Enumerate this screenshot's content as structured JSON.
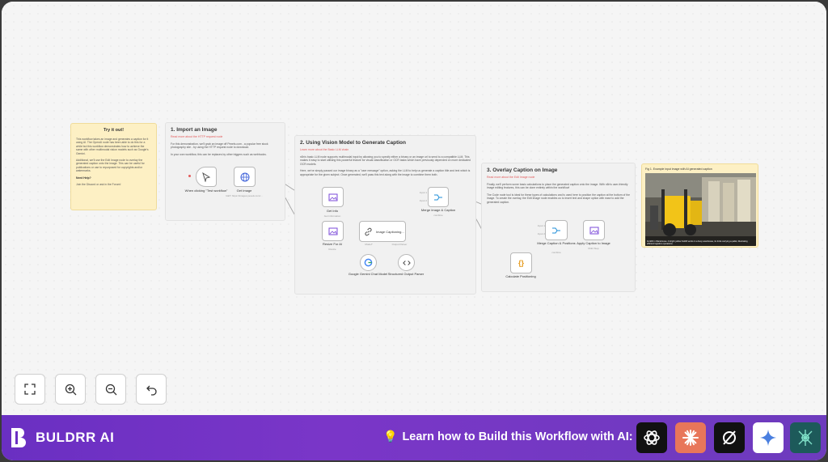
{
  "brand": {
    "name": "BULDRR AI"
  },
  "footer": {
    "learn_text": "Learn how to Build this Workflow with AI:",
    "bulb_icon": "💡"
  },
  "ai_tools": [
    {
      "name": "chatgpt-icon",
      "bg": "#111111"
    },
    {
      "name": "claude-icon",
      "bg": "#e8765a"
    },
    {
      "name": "perplexity-icon",
      "bg": "#111111"
    },
    {
      "name": "gemini-icon",
      "bg": "#ffffff"
    },
    {
      "name": "deepseek-icon",
      "bg": "#1d5a5a"
    }
  ],
  "notes": {
    "try": {
      "title": "Try it out!",
      "p1": "This workflow takes an image and generates a caption for it using AI. The OpenAI node has been able to do this for a while but this workflow demonstrates how to achieve the same with other multimodal vision models such as Google's Gemini.",
      "p2": "Additional, we'll use the Edit Image node to overlay the generated caption onto the image. This can be useful for publications or use to repurposed for copyrights and/or watermarks.",
      "p3": "Need Help?",
      "p4": "Join the Discord or ask in the Forum!"
    },
    "import": {
      "title": "1. Import an Image",
      "link": "Read more about the HTTP request node",
      "p1": "For this demonstration, we'll grab an image off Pexels.com - a popular free stock photography site - by using the HTTP request node to download.",
      "p2": "In your own workflow, this can be replaces by other triggers such as webhooks."
    },
    "vision": {
      "title": "2. Using Vision Model to Generate Caption",
      "link": "Learn more about the Basic LLM chain",
      "p1": "n8n's basic LLM node supports multimodal input by allowing you to specify either a binary or an image url to send to a compatible LLM. This makes it easy to start utilising this powerful feature for visual classification or OCR tasks which have previously depended on more dedicated OCR models.",
      "p2": "Here, we've simply passed our image binary as a \"user message\" option, asking the LLM to help us generate a caption title and text which is appropriate for the given subject. Once generated, we'll pass this text along with the image to combine them both."
    },
    "overlay": {
      "title": "3. Overlay Caption on Image",
      "link": "Read more about the Edit Image node",
      "p1": "Finally, we'll perform some basic calculations to place the generated caption onto the image. With n8n's user-friendly image editing features, this can be done entirely within the workflow!",
      "p2": "The Code node tool is ideal for these types of calculations and is used here to position the caption at the bottom of the image. To create the overlay, the Edit Image node enables us to insert text and shape option with ease to add the generated caption."
    },
    "example": {
      "title": "Fig 1. Example input image with AI generated caption",
      "caption": "Forklift in Warehouse. A bright yellow forklift works in a busy warehouse, its forks carrying a pallet, illustrating efficient logistics operations."
    }
  },
  "nodes": {
    "trigger": {
      "label": "When clicking \"Test workflow\""
    },
    "get_image": {
      "label": "Get Image",
      "sub": "GET: https://images.pexels.com/..."
    },
    "get_info": {
      "label": "Get Info",
      "sub": "Get information"
    },
    "resize": {
      "label": "Resize For AI",
      "sub": "Resize"
    },
    "captioning": {
      "label": "Image Captioning..."
    },
    "gemini": {
      "label": "Google Gemini Chat Model",
      "port": "Model"
    },
    "parser": {
      "label": "Structured Output Parser",
      "port": "Output Parser"
    },
    "merge1": {
      "label": "Merge Image & Caption",
      "sub": "combine"
    },
    "calc": {
      "label": "Calculate Positioning"
    },
    "merge2": {
      "label": "Merge Caption & Positions",
      "sub": "combine"
    },
    "apply": {
      "label": "Apply Caption to Image",
      "sub": "Multi Step"
    }
  },
  "ports": {
    "input1": "Input 1",
    "input2": "Input 2",
    "model": "Model*",
    "output_parser": "Output Parser"
  },
  "controls": [
    {
      "name": "fit-view-button",
      "icon": "fit-icon"
    },
    {
      "name": "zoom-in-button",
      "icon": "zoom-in-icon"
    },
    {
      "name": "zoom-out-button",
      "icon": "zoom-out-icon"
    },
    {
      "name": "undo-button",
      "icon": "undo-icon"
    }
  ]
}
